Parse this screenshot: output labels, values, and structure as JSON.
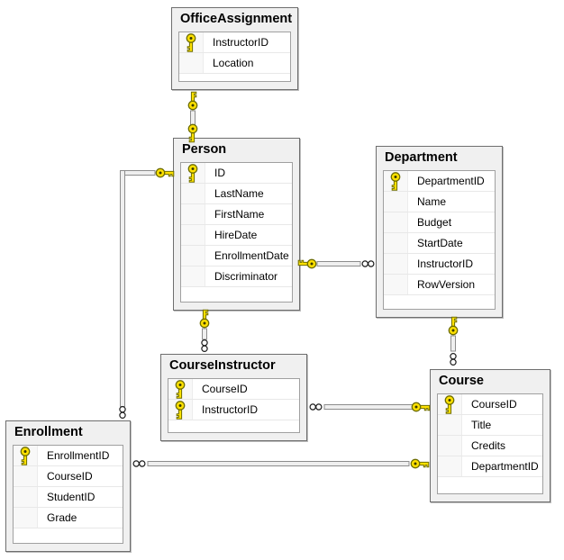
{
  "diagram": {
    "type": "database-diagram",
    "tables": [
      {
        "title": "OfficeAssignment",
        "columns": [
          {
            "name": "InstructorID",
            "key": true
          },
          {
            "name": "Location",
            "key": false
          }
        ]
      },
      {
        "title": "Person",
        "columns": [
          {
            "name": "ID",
            "key": true
          },
          {
            "name": "LastName",
            "key": false
          },
          {
            "name": "FirstName",
            "key": false
          },
          {
            "name": "HireDate",
            "key": false
          },
          {
            "name": "EnrollmentDate",
            "key": false
          },
          {
            "name": "Discriminator",
            "key": false
          }
        ]
      },
      {
        "title": "Department",
        "columns": [
          {
            "name": "DepartmentID",
            "key": true
          },
          {
            "name": "Name",
            "key": false
          },
          {
            "name": "Budget",
            "key": false
          },
          {
            "name": "StartDate",
            "key": false
          },
          {
            "name": "InstructorID",
            "key": false
          },
          {
            "name": "RowVersion",
            "key": false
          }
        ]
      },
      {
        "title": "CourseInstructor",
        "columns": [
          {
            "name": "CourseID",
            "key": true
          },
          {
            "name": "InstructorID",
            "key": true
          }
        ]
      },
      {
        "title": "Enrollment",
        "columns": [
          {
            "name": "EnrollmentID",
            "key": true
          },
          {
            "name": "CourseID",
            "key": false
          },
          {
            "name": "StudentID",
            "key": false
          },
          {
            "name": "Grade",
            "key": false
          }
        ]
      },
      {
        "title": "Course",
        "columns": [
          {
            "name": "CourseID",
            "key": true
          },
          {
            "name": "Title",
            "key": false
          },
          {
            "name": "Credits",
            "key": false
          },
          {
            "name": "DepartmentID",
            "key": false
          }
        ]
      }
    ],
    "relationships": [
      {
        "from": "Person",
        "to": "OfficeAssignment",
        "cardinality": "one-to-one",
        "end_symbols": [
          "key",
          "key"
        ]
      },
      {
        "from": "Person",
        "to": "Department",
        "cardinality": "one-to-many",
        "end_symbols": [
          "key",
          "infinity"
        ]
      },
      {
        "from": "Person",
        "to": "CourseInstructor",
        "cardinality": "one-to-many",
        "end_symbols": [
          "key",
          "infinity"
        ]
      },
      {
        "from": "Department",
        "to": "Course",
        "cardinality": "one-to-many",
        "end_symbols": [
          "key",
          "infinity"
        ]
      },
      {
        "from": "Course",
        "to": "CourseInstructor",
        "cardinality": "one-to-many",
        "end_symbols": [
          "key",
          "infinity"
        ]
      },
      {
        "from": "Course",
        "to": "Enrollment",
        "cardinality": "one-to-many",
        "end_symbols": [
          "key",
          "infinity"
        ]
      },
      {
        "from": "Person",
        "to": "Enrollment",
        "cardinality": "one-to-many",
        "end_symbols": [
          "key",
          "infinity"
        ]
      }
    ]
  },
  "colors": {
    "background": "#ffffff",
    "table_bg": "#f0f0f0",
    "table_border": "#6e6e6e",
    "grid_bg": "#ffffff",
    "grid_border": "#a0a0a0",
    "row_separator": "#e8e8e8",
    "icon_cell_bg": "#f8f8f8",
    "key_fill": "#ffe100",
    "key_outline": "#6d6d00",
    "key_hole": "#3a3a00",
    "line_fill": "#efefef",
    "line_stroke": "#8c8c8c",
    "infinity_stroke": "#1a1a1a",
    "text": "#000000"
  }
}
